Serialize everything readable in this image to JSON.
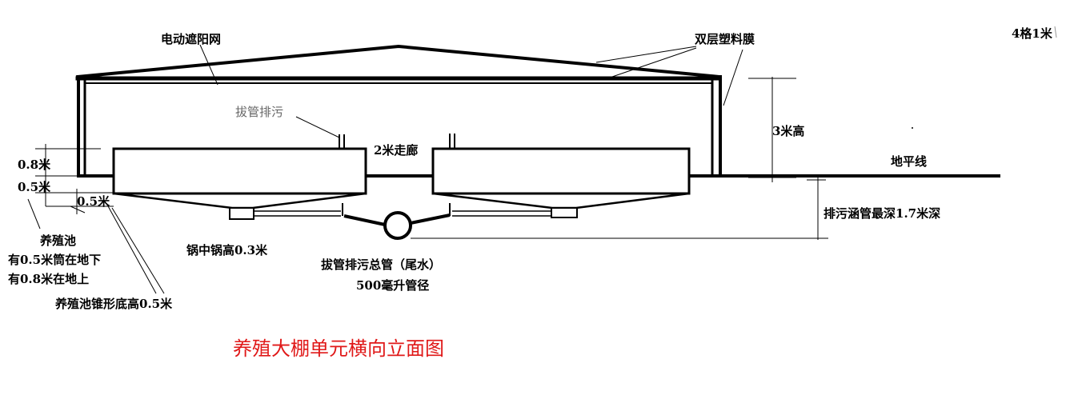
{
  "labels": {
    "shade_net": "电动遮阳网",
    "double_film": "双层塑料膜",
    "grid_note": "4格1米",
    "pipe_outlet": "拔管排污",
    "corridor": "2米走廊",
    "height": "3米高",
    "ground_line": "地平线",
    "dim_above": "0.8米",
    "dim_below": "0.5米",
    "dim_cone": "0.5米",
    "drain_depth": "排污涵管最深1.7米深",
    "pot_height": "锅中锅高0.3米",
    "main_pipe": "拔管排污总管（尾水）",
    "pipe_diameter": "500毫升管径",
    "tank_name": "养殖池",
    "tank_note_1": "有0.5米筒在地下",
    "tank_note_2": "有0.8米在地上",
    "cone_note": "养殖池锥形底高0.5米"
  },
  "title": "养殖大棚单元横向立面图",
  "colors": {
    "line": "#000000",
    "title": "#e01818",
    "muted": "#666666"
  }
}
